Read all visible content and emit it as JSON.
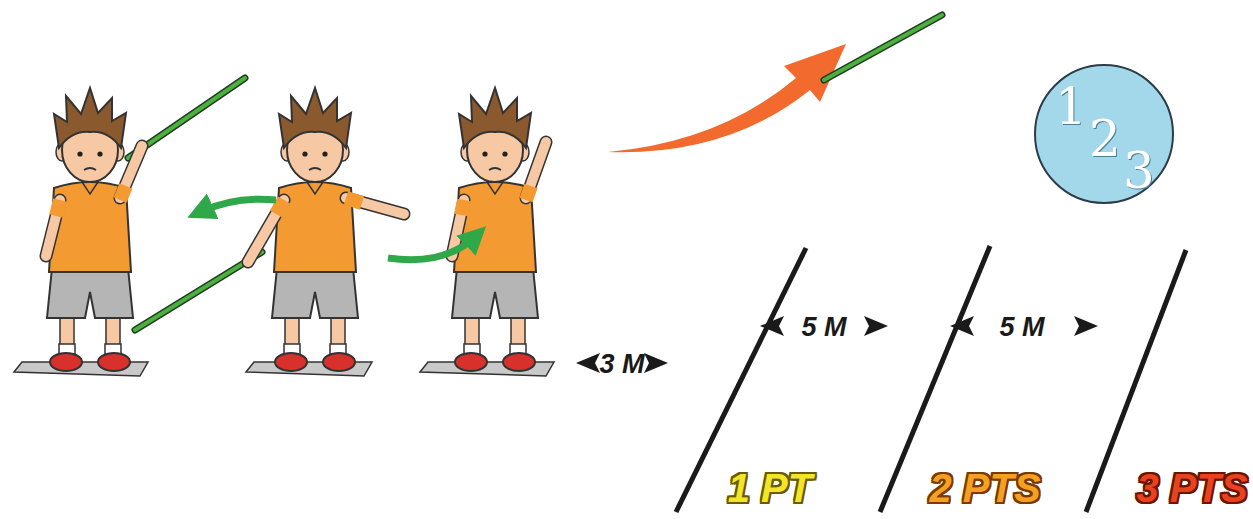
{
  "diagram": {
    "nodes": [
      {
        "text": [
          "1",
          "2",
          "3"
        ]
      }
    ],
    "labels": [
      "3 M",
      "5 M",
      "5 M",
      "1 PT",
      "2 PTS",
      "3 PTS"
    ]
  }
}
